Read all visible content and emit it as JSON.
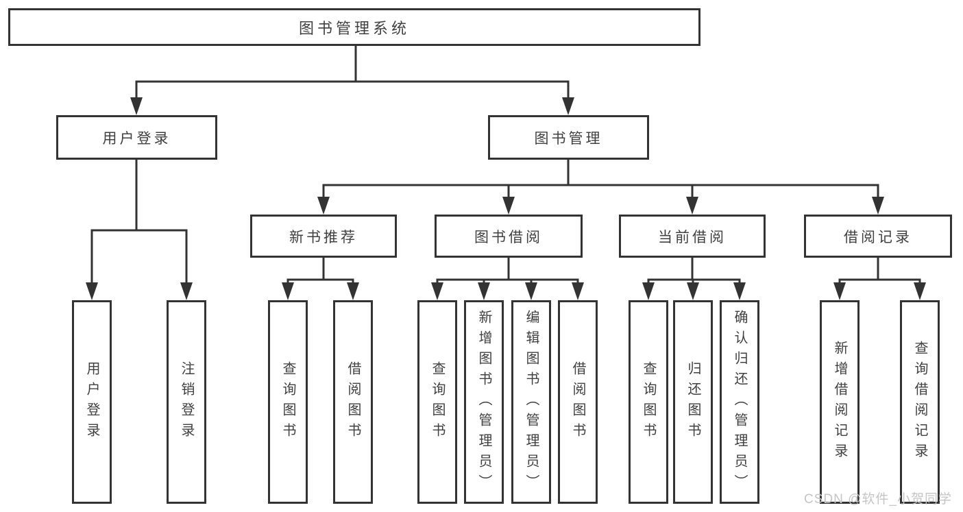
{
  "diagram": {
    "root_label": "图书管理系统",
    "user_login": {
      "label": "用户登录",
      "children": [
        "用户登录",
        "注销登录"
      ]
    },
    "book_mgmt": {
      "label": "图书管理",
      "children": [
        {
          "label": "新书推荐",
          "children": [
            "查询图书",
            "借阅图书"
          ]
        },
        {
          "label": "图书借阅",
          "children": [
            "查询图书",
            "新增图书（管理员）",
            "编辑图书（管理员）",
            "借阅图书"
          ]
        },
        {
          "label": "当前借阅",
          "children": [
            "查询图书",
            "归还图书",
            "确认归还（管理员）"
          ]
        },
        {
          "label": "借阅记录",
          "children": [
            "新增借阅记录",
            "查询借阅记录"
          ]
        }
      ]
    }
  },
  "watermark": {
    "text": "CSDN @软件_小贺同学"
  },
  "colors": {
    "line": "#333333",
    "text": "#404040",
    "watermark": "#c5c5c5"
  }
}
